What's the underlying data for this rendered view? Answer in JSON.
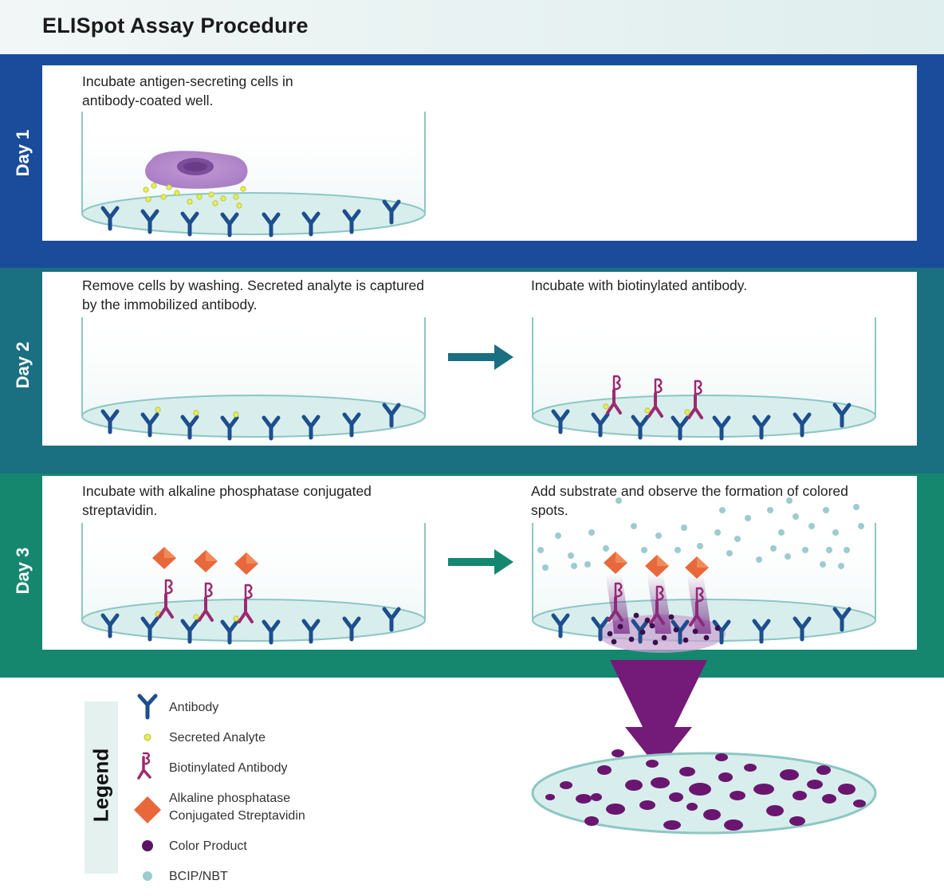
{
  "title": "ELISpot Assay Procedure",
  "days": [
    "Day 1",
    "Day 2",
    "Day 3"
  ],
  "steps": {
    "day1": "Incubate antigen-secreting cells in antibody-coated well.",
    "day2a": "Remove cells by washing. Secreted analyte is captured by the immobilized antibody.",
    "day2b": "Incubate with biotinylated antibody.",
    "day3a": "Incubate with alkaline phosphatase conjugated streptavidin.",
    "day3b": "Add substrate and observe the formation of colored spots."
  },
  "legend": {
    "title": "Legend",
    "items": [
      "Antibody",
      "Secreted Analyte",
      "Biotinylated Antibody",
      "Alkaline phosphatase Conjugated Streptavidin",
      "Color Product",
      "BCIP/NBT"
    ]
  },
  "colors": {
    "day1": "#1b4c9b",
    "day2": "#1a6f80",
    "day3": "#15876f",
    "antibody": "#1d4e8e",
    "biotinylated": "#9c2a70",
    "streptavidin": "#e8683c",
    "color_product": "#6a1670",
    "bcip": "#9ccbd0",
    "well_floor": "#d8eeec"
  }
}
